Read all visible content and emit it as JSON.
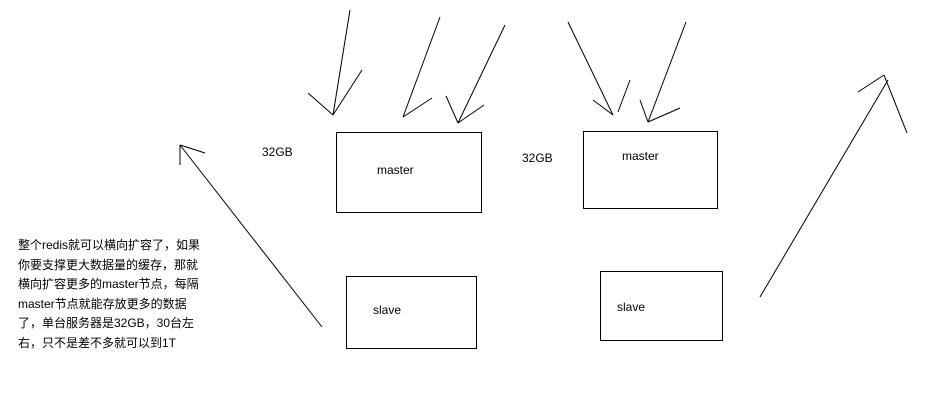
{
  "nodes": {
    "master_1": {
      "label": "master",
      "capacity": "32GB"
    },
    "master_2": {
      "label": "master",
      "capacity": "32GB"
    },
    "slave_1": {
      "label": "slave"
    },
    "slave_2": {
      "label": "slave"
    }
  },
  "note": {
    "lines": [
      "整个redis就可以横向扩容了，如果",
      "你要支撑更大数据量的缓存，那就",
      "横向扩容更多的master节点，每隔",
      "master节点就能存放更多的数据",
      "了，单台服务器是32GB，30台左",
      "右，只不是差不多就可以到1T"
    ]
  }
}
